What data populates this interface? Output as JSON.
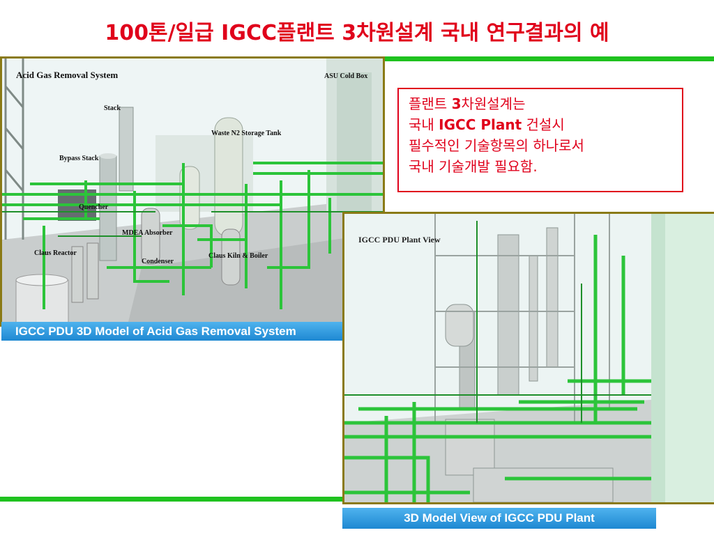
{
  "slide": {
    "title": "100톤/일급 IGCC플랜트 3차원설계 국내 연구결과의 예"
  },
  "note": {
    "line1_pre": "플랜트 ",
    "line1_bold": "3",
    "line1_post": "차원설계는",
    "line2_pre": "국내 ",
    "line2_bold": "IGCC Plant",
    "line2_post": " 건설시",
    "line3": "필수적인 기술항목의 하나로서",
    "line4": "국내 기술개발 필요함."
  },
  "panel1": {
    "caption": "IGCC PDU 3D Model of Acid Gas Removal System",
    "labels": {
      "system": "Acid Gas Removal System",
      "asu": "ASU Cold Box",
      "stack": "Stack",
      "waste_tank": "Waste N2 Storage Tank",
      "bypass": "Bypass Stack",
      "quencher": "Quencher",
      "mdea": "MDEA Absorber",
      "claus_reactor": "Claus Reactor",
      "condenser": "Condenser",
      "claus_kiln": "Claus Kiln & Boiler"
    }
  },
  "panel2": {
    "label": "IGCC PDU Plant View",
    "caption": "3D Model View of IGCC PDU Plant"
  },
  "colors": {
    "accent_red": "#e0001b",
    "green_bar": "#1fc21f",
    "pipe_green": "#2cc43a",
    "caption_blue": "#1e88d2"
  }
}
